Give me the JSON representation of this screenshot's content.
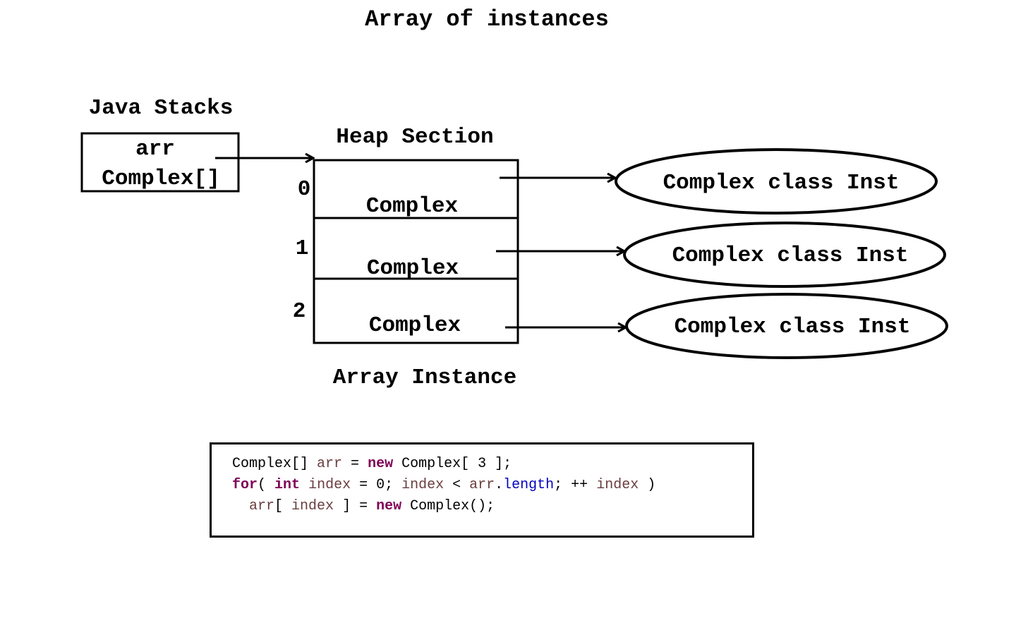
{
  "title": "Array of instances",
  "stack": {
    "heading": "Java Stacks",
    "var_name": "arr",
    "var_type": "Complex[]"
  },
  "heap": {
    "heading": "Heap Section",
    "caption": "Array Instance",
    "slots": [
      {
        "index": "0",
        "type": "Complex"
      },
      {
        "index": "1",
        "type": "Complex"
      },
      {
        "index": "2",
        "type": "Complex"
      }
    ]
  },
  "instances": [
    {
      "label": "Complex class Inst"
    },
    {
      "label": "Complex class Inst"
    },
    {
      "label": "Complex class Inst"
    }
  ],
  "code": {
    "line1": {
      "t0": "Complex[] ",
      "v0": "arr",
      "t1": " = ",
      "k0": "new",
      "t2": " Complex[ 3 ];"
    },
    "line2": {
      "k0": "for",
      "t0": "( ",
      "k1": "int",
      "t1": " ",
      "v0": "index",
      "t2": " = 0; ",
      "v1": "index",
      "t3": " < ",
      "v2": "arr",
      "t4": ".",
      "f0": "length",
      "t5": "; ++ ",
      "v3": "index",
      "t6": " )"
    },
    "line3": {
      "t0": "  ",
      "v0": "arr",
      "t1": "[ ",
      "v1": "index",
      "t2": " ] = ",
      "k0": "new",
      "t3": " Complex();"
    }
  },
  "colors": {
    "keyword": "#7f0055",
    "variable": "#6a3e3e",
    "field": "#0000c0"
  }
}
